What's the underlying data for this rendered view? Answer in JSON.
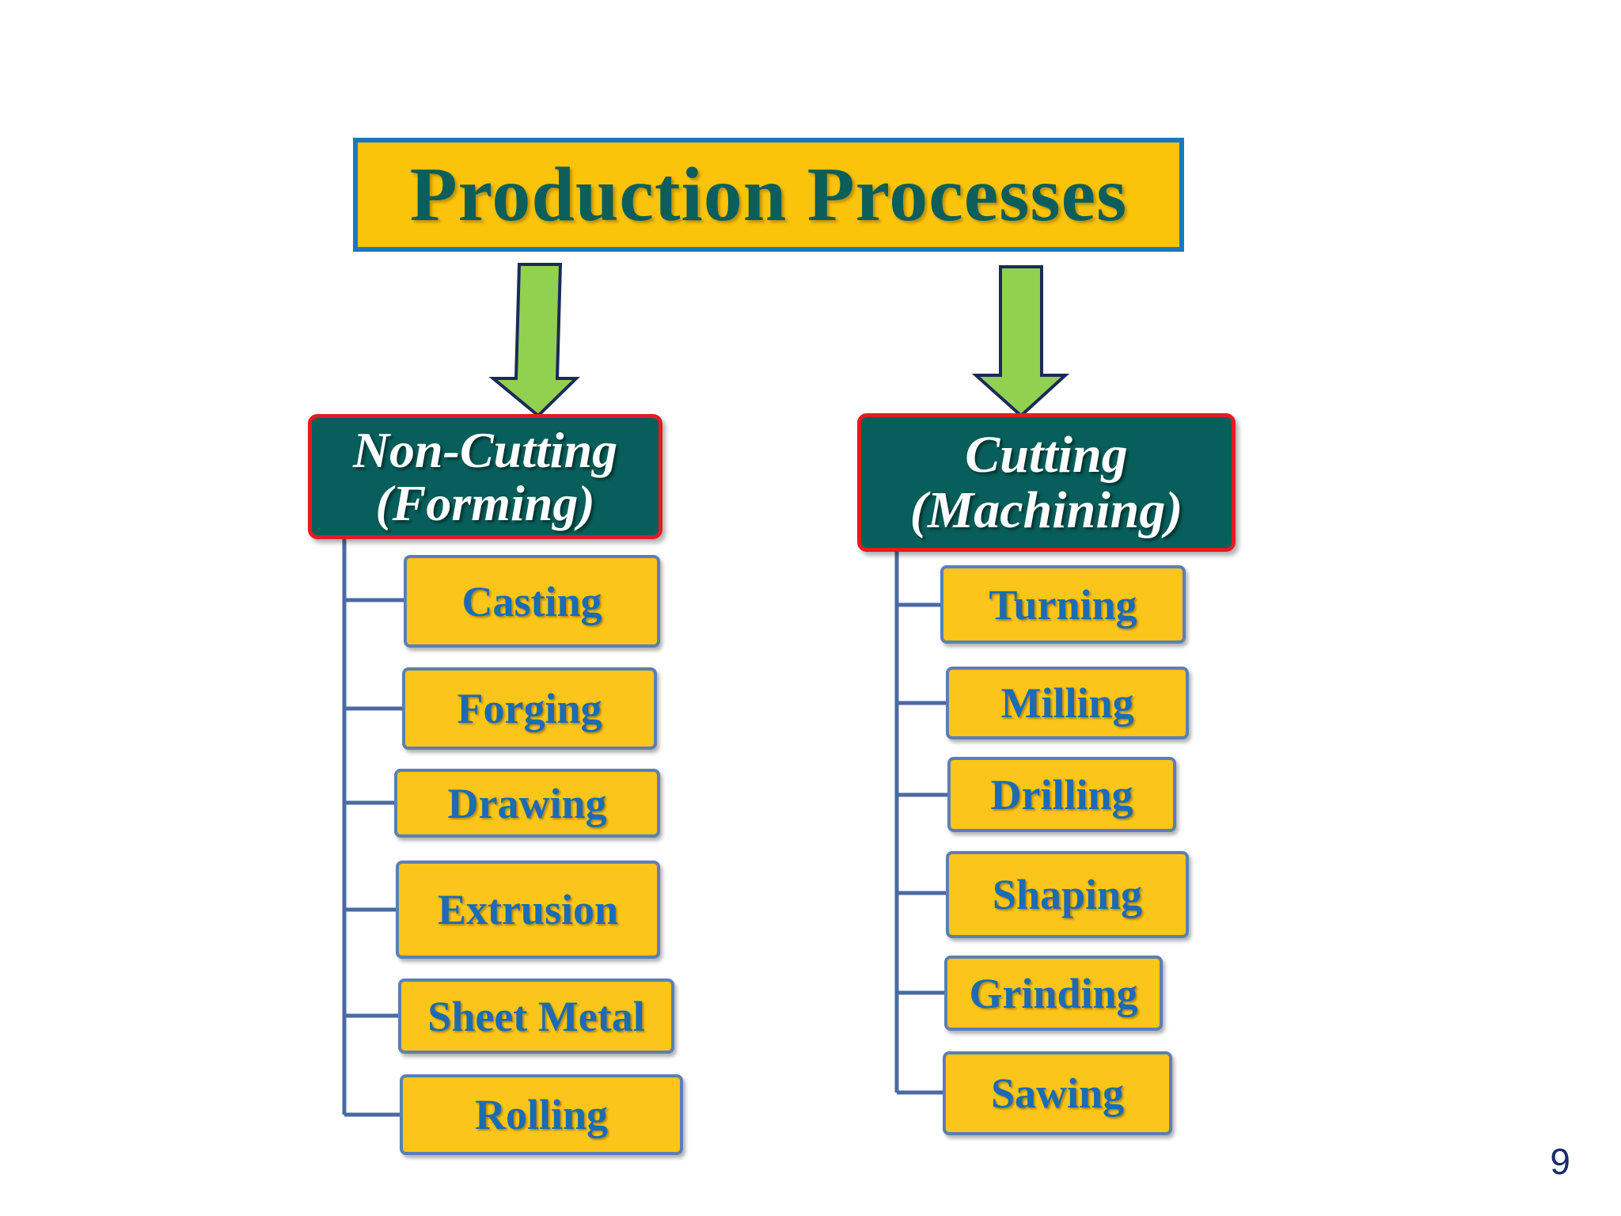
{
  "title": "Production Processes",
  "categories": [
    {
      "line1": "Non-Cutting",
      "line2": "(Forming)",
      "processes": [
        "Casting",
        "Forging",
        "Drawing",
        "Extrusion",
        "Sheet Metal",
        "Rolling"
      ]
    },
    {
      "line1": "Cutting",
      "line2": "(Machining)",
      "processes": [
        "Turning",
        "Milling",
        "Drilling",
        "Shaping",
        "Grinding",
        "Sawing"
      ]
    }
  ],
  "page_number": "9",
  "colors": {
    "title_fill": "#fcc30b",
    "title_border": "#1a78c2",
    "title_text": "#0c5e5b",
    "category_fill": "#075e5a",
    "category_border": "#e31b23",
    "leaf_fill": "#fcc519",
    "leaf_border": "#5b7fb5",
    "leaf_text": "#1c6bb3",
    "arrow_fill": "#92d050",
    "arrow_outline": "#1a2a5c",
    "connector": "#4a6aa3"
  }
}
